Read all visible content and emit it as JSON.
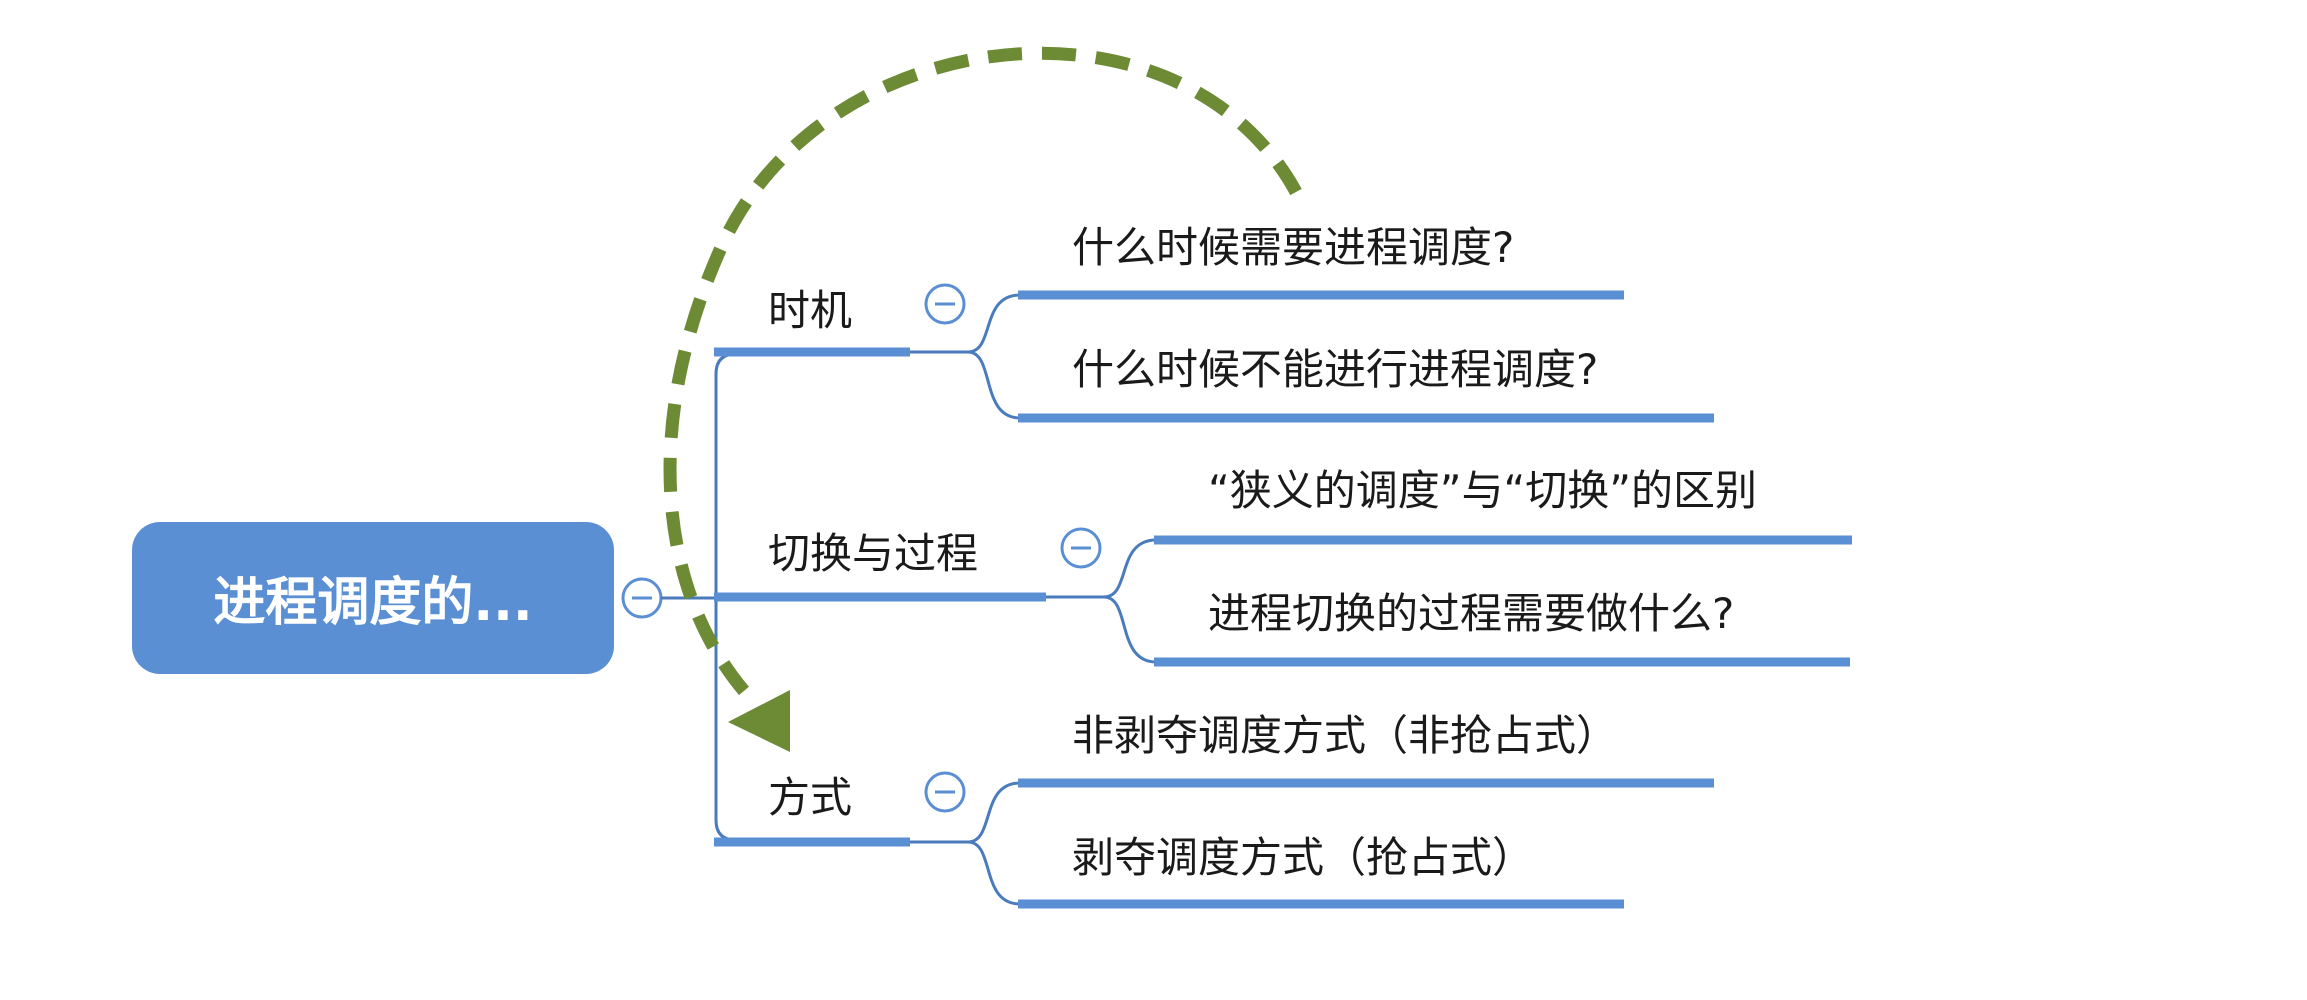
{
  "colors": {
    "root_fill": "#5b8fd4",
    "branch_line": "#5b8fd4",
    "connector": "#4a7bbd",
    "collapse_stroke": "#5b8fd4",
    "arrow": "#6d8b35",
    "text": "#1a1a1a",
    "background": "#ffffff"
  },
  "icons": {
    "collapse": "minus-circle-icon",
    "arrow": "dashed-curved-arrow"
  },
  "root": {
    "label": "进程调度的..."
  },
  "branches": [
    {
      "label": "时机",
      "children": [
        "什么时候需要进程调度?",
        "什么时候不能进行进程调度?"
      ]
    },
    {
      "label": "切换与过程",
      "children": [
        "“狭义的调度”与“切换”的区别",
        "进程切换的过程需要做什么?"
      ]
    },
    {
      "label": "方式",
      "children": [
        "非剥夺调度方式（非抢占式）",
        "剥夺调度方式（抢占式）"
      ]
    }
  ]
}
